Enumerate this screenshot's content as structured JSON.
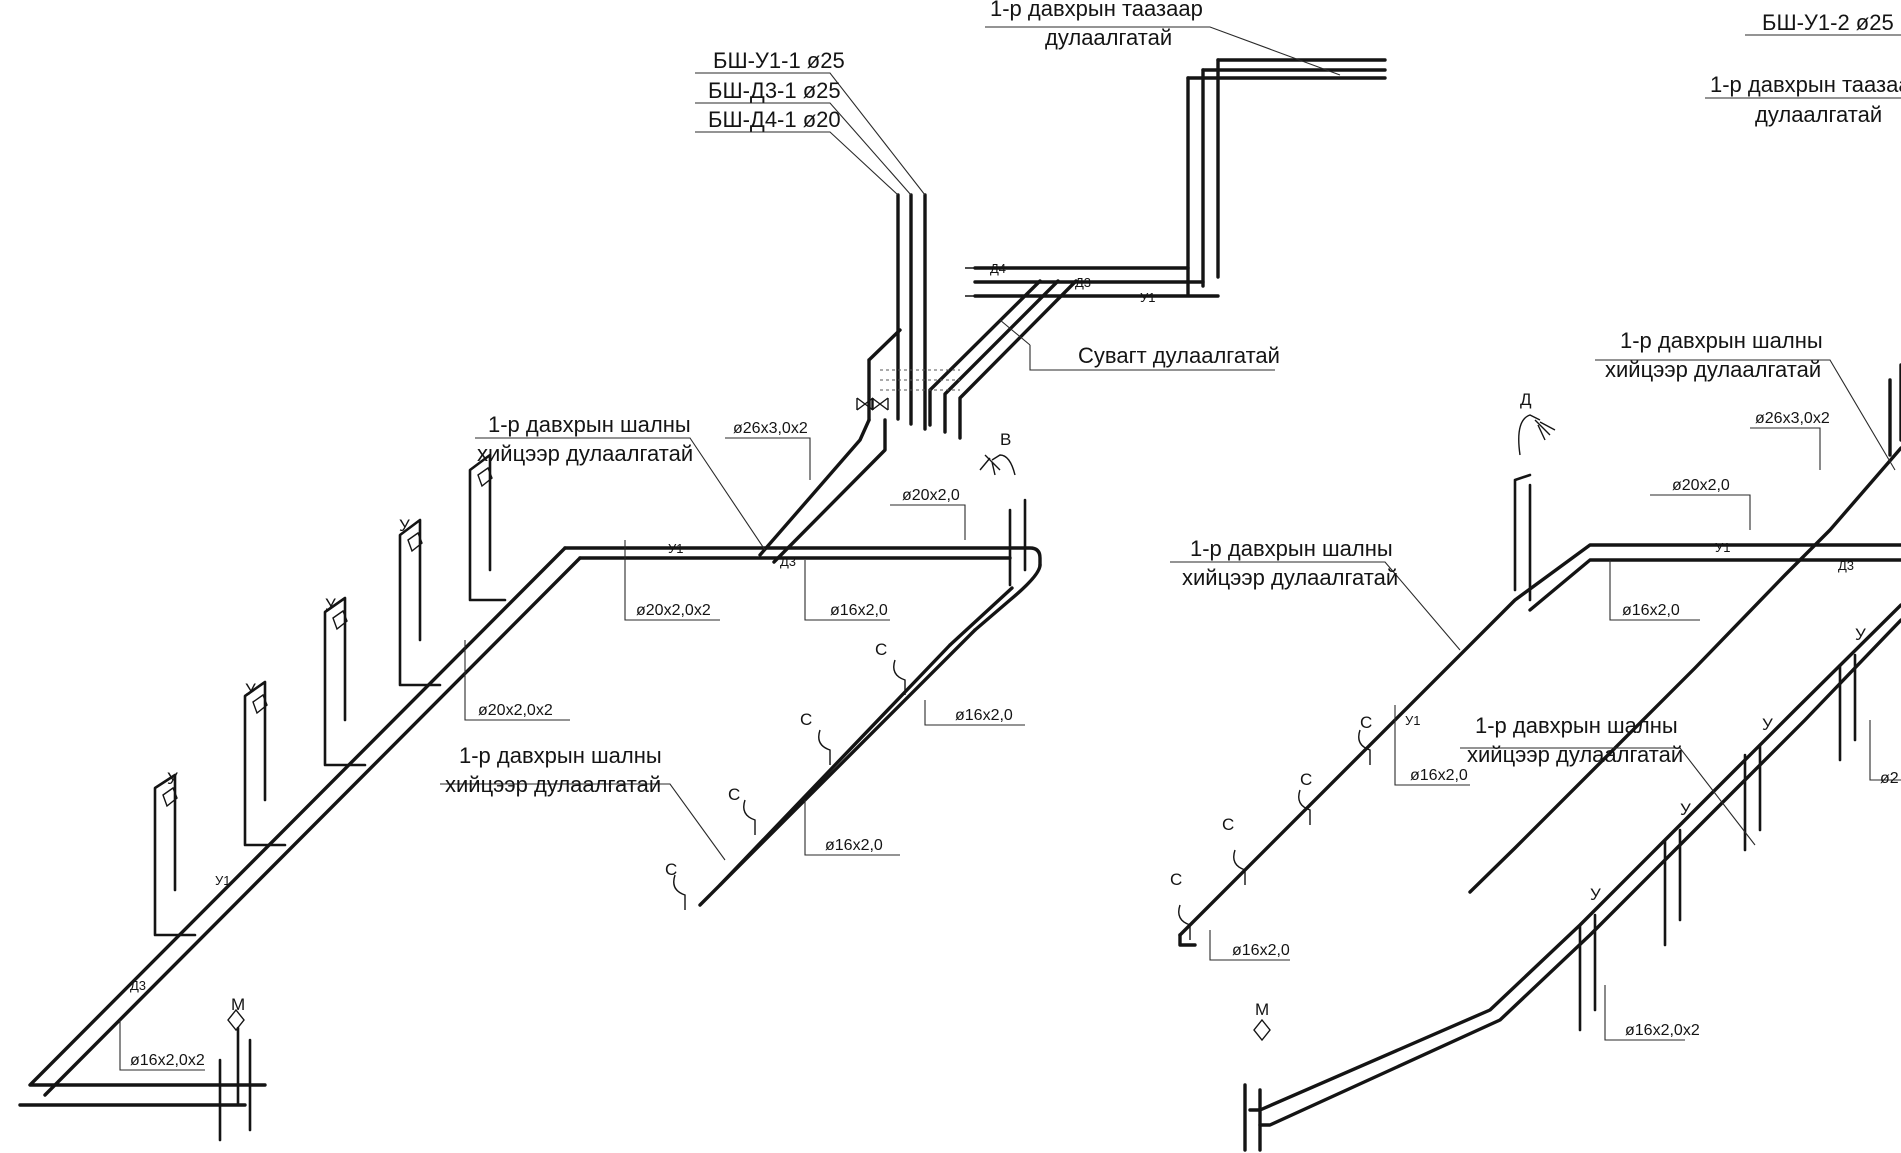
{
  "labels": {
    "roof_left_1": "1-р давхрын таазаар",
    "roof_left_2": "дулаалгатай",
    "bsh_u1_1": "БШ-У1-1 ø25",
    "bsh_d3_1": "БШ-Д3-1 ø25",
    "bsh_d4_1": "БШ-Д4-1 ø20",
    "bsh_u1_2": "БШ-У1-2 ø25",
    "roof_right_1": "1-р давхрын таазаа",
    "roof_right_2": "дулаалгатай",
    "channel": "Сувагт дулаалгатай",
    "floor_left_top_1": "1-р давхрын шалны",
    "floor_left_top_2": "хийцээр дулаалгатай",
    "floor_left_bot_1": "1-р давхрын шалны",
    "floor_left_bot_2": "хийцээр дулаалгатай",
    "floor_right_top_1": "1-р давхрын шалны",
    "floor_right_top_2": "хийцээр дулаалгатай",
    "floor_right_mid_1": "1-р давхрын шалны",
    "floor_right_mid_2": "хийцээр дулаалгатай",
    "floor_right_bot_1": "1-р давхрын шалны",
    "floor_right_bot_2": "хийцээр дулаалгатай"
  },
  "dimensions": {
    "l_26x3": "ø26x3,0x2",
    "l_20x2_top": "ø20x2,0",
    "l_20x2x2_a": "ø20x2,0x2",
    "l_16x2_a": "ø16x2,0",
    "l_20x2x2_b": "ø20x2,0x2",
    "l_16x2_b": "ø16x2,0",
    "l_16x2_c": "ø16x2,0",
    "l_16x2x2": "ø16x2,0x2",
    "r_26x3": "ø26x3,0x2",
    "r_20x2": "ø20x2,0",
    "r_16x2_a": "ø16x2,0",
    "r_16x2_b": "ø16x2,0",
    "r_16x2_c": "ø16x2,0",
    "r_16x2x2": "ø16x2,0x2",
    "r_cut": "ø2"
  },
  "pipe_codes": {
    "d4": "Д4",
    "d3": "Д3",
    "u1": "У1"
  },
  "fixture_symbols": {
    "sink": "У",
    "shower": "Д",
    "bath": "В",
    "drain": "С",
    "washer": "М"
  }
}
